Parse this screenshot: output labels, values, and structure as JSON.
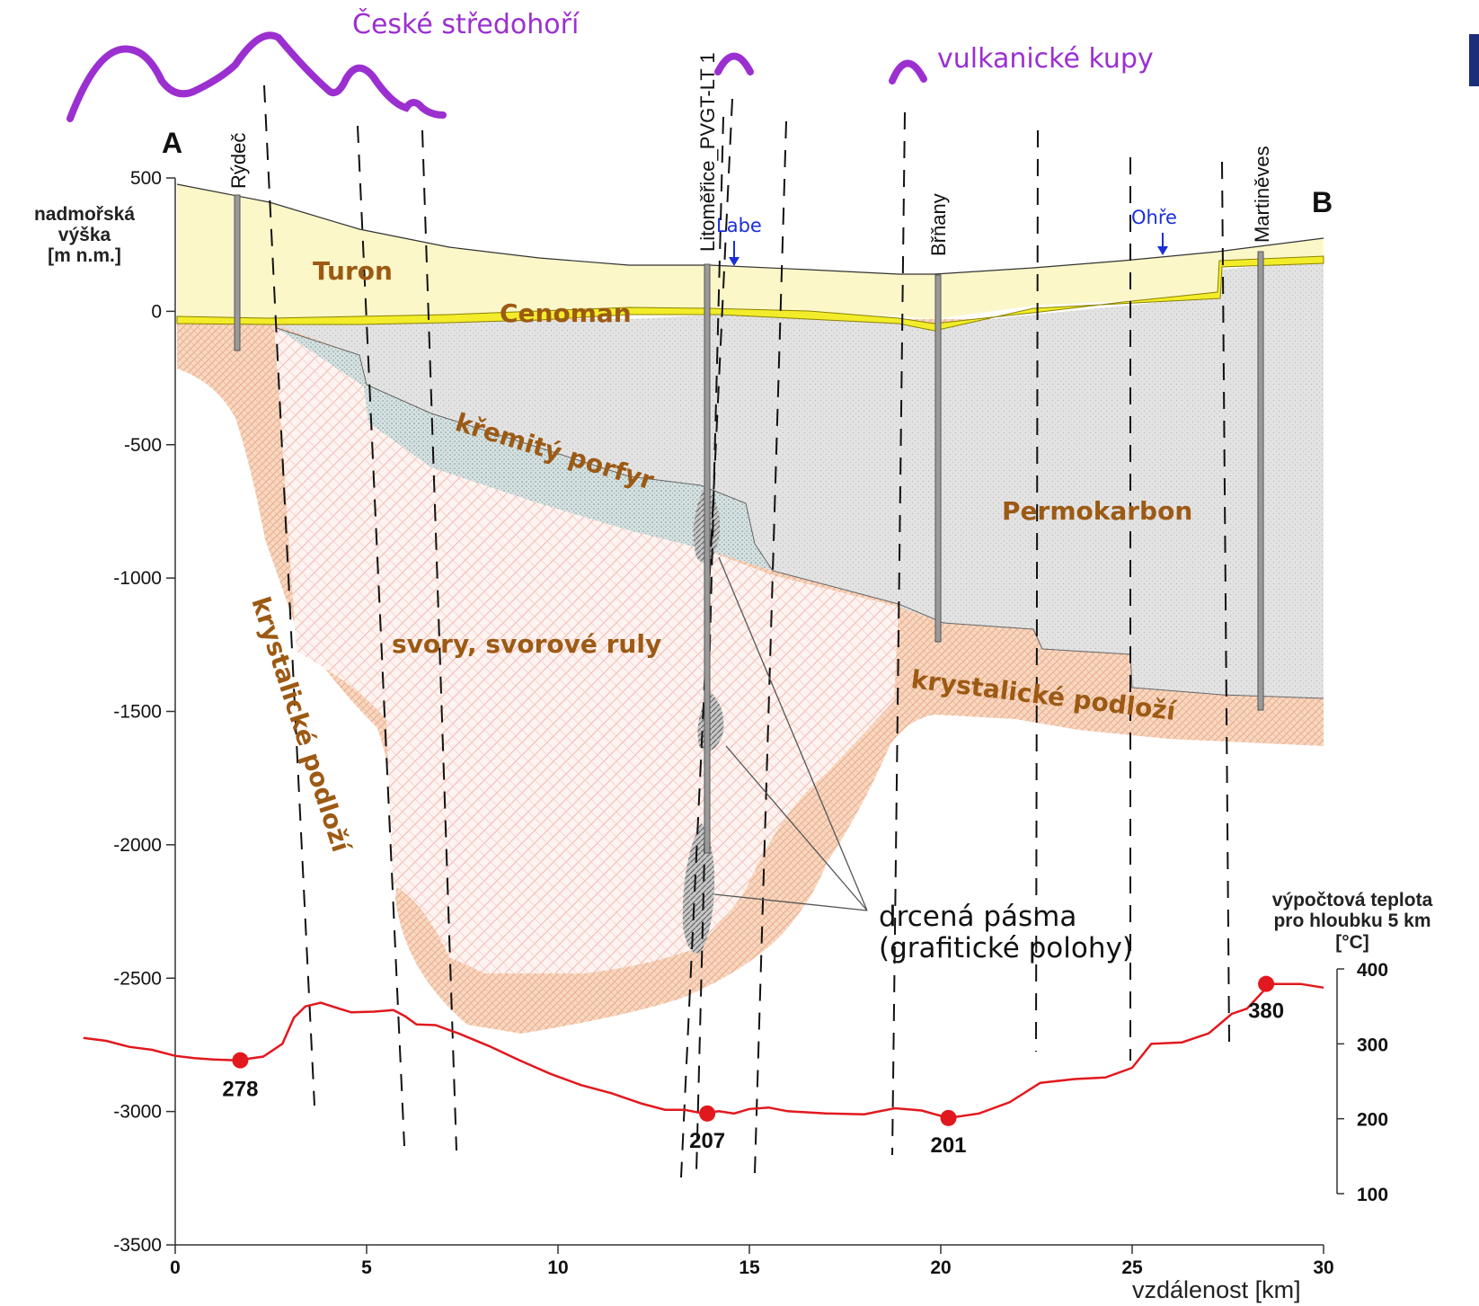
{
  "title": "České středohoří",
  "volcanic_label": "vulkanické kupy",
  "profile_ends": {
    "a": "A",
    "b": "B"
  },
  "y_axis": {
    "label_lines": [
      "nadmořská",
      "výška",
      "[m n.m.]"
    ],
    "ticks": [
      "500",
      "0",
      "-500",
      "-1000",
      "-1500",
      "-2000",
      "-2500",
      "-3000",
      "-3500"
    ]
  },
  "x_axis": {
    "label": "vzdálenost [km]",
    "ticks": [
      "0",
      "5",
      "10",
      "15",
      "20",
      "25",
      "30"
    ]
  },
  "temp_axis": {
    "label_lines": [
      "výpočtová teplota",
      "pro hloubku 5 km",
      "[°C]"
    ],
    "ticks": [
      "400",
      "300",
      "200",
      "100"
    ]
  },
  "wells": [
    "Rýdeč",
    "Litoměřice_PVGT-LT 1",
    "Břňany",
    "Martiněves"
  ],
  "rivers": [
    "Labe",
    "Ohře"
  ],
  "units": {
    "turon": "Turon",
    "cenoman": "Cenoman",
    "porphyry": "křemitý porfyr",
    "permocarbon": "Permokarbon",
    "schists": "svory, svorové ruly",
    "basement_left": "krystalické podloží",
    "basement_right": "krystalické podloží"
  },
  "annotation": {
    "line1": "drcená pásma",
    "line2": "(grafitické polohy)"
  },
  "temperature_points": [
    "278",
    "207",
    "201",
    "380"
  ],
  "chart_data": {
    "type": "line",
    "title": "",
    "xlabel": "vzdálenost [km]",
    "ylabel": "výpočtová teplota pro hloubku 5 km [°C]",
    "xlim": [
      0,
      30
    ],
    "ylim": [
      100,
      400
    ],
    "elevation_axis": {
      "label": "nadmořská výška [m n.m.]",
      "lim": [
        -3500,
        500
      ]
    },
    "series": [
      {
        "x": [
          -2.4,
          -1.8,
          -1.2,
          -0.6,
          0,
          0.5,
          1,
          1.6,
          2.3,
          2.8,
          3.1,
          3.4,
          3.8,
          4.1,
          4.6,
          5.2,
          5.7,
          6.0,
          6.3,
          6.8,
          7.4,
          8.2,
          9.0,
          9.8,
          10.6,
          11.4,
          12.2,
          12.8,
          13.3,
          13.8,
          14.2,
          14.6,
          15.0,
          15.5,
          16.0,
          17.0,
          18.0,
          18.8,
          19.5,
          20.2,
          21.0,
          21.8,
          22.6,
          23.5,
          24.3,
          25.0,
          25.5,
          26.3,
          27.0,
          27.6,
          28.0,
          28.6,
          29.4,
          30.0
        ],
        "y": [
          308,
          304,
          296,
          292,
          284,
          281,
          279,
          278,
          283,
          300,
          335,
          350,
          355,
          350,
          342,
          343,
          345,
          337,
          326,
          325,
          314,
          297,
          278,
          260,
          245,
          234,
          220,
          212,
          212,
          207,
          210,
          207,
          213,
          215,
          210,
          207,
          206,
          214,
          211,
          201,
          207,
          222,
          248,
          253,
          255,
          268,
          300,
          302,
          314,
          340,
          347,
          380,
          380,
          375
        ]
      }
    ],
    "data_labels": [
      {
        "x": 1.7,
        "y": 278,
        "label": "278"
      },
      {
        "x": 13.9,
        "y": 207,
        "label": "207"
      },
      {
        "x": 20.2,
        "y": 201,
        "label": "201"
      },
      {
        "x": 28.5,
        "y": 380,
        "label": "380"
      }
    ],
    "grid": false
  }
}
